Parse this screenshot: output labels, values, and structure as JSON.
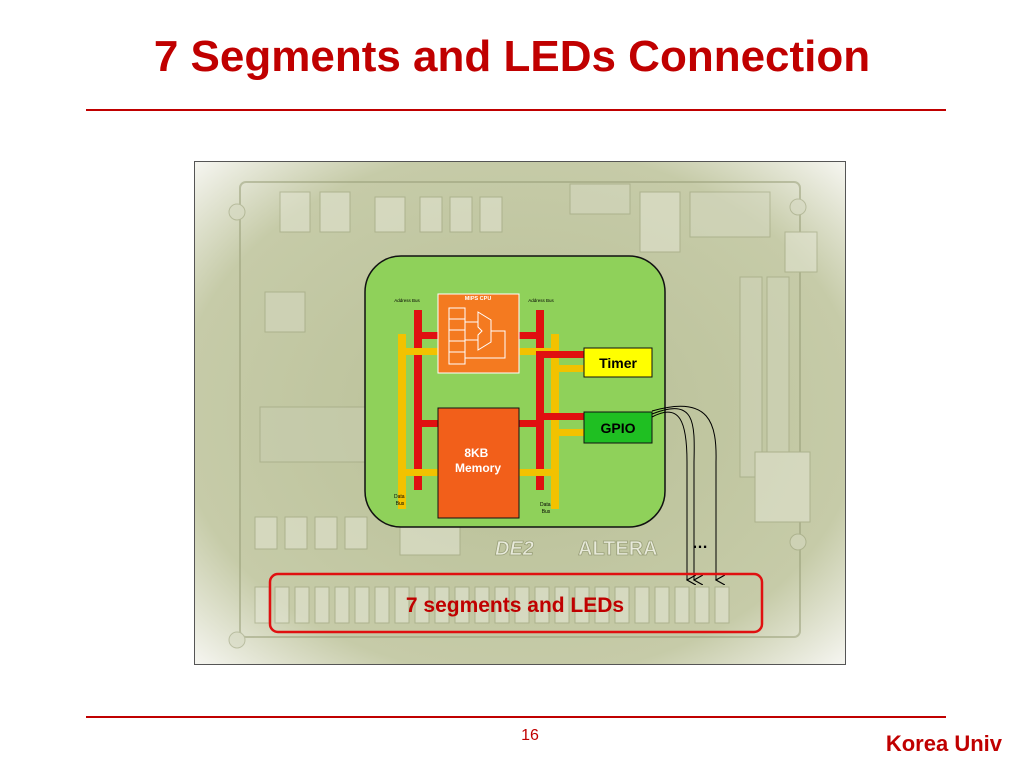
{
  "slide": {
    "title": "7 Segments and LEDs Connection",
    "page_number": "16",
    "footer_brand": "Korea Univ"
  },
  "diagram": {
    "cpu_label": "MIPS CPU",
    "address_bus_left": "Address Bus",
    "address_bus_right": "Address Bus",
    "data_bus_left": "Data\nBus",
    "data_bus_right": "Data\nBus",
    "memory_label": "8KB\nMemory",
    "timer_label": "Timer",
    "gpio_label": "GPIO",
    "board_logo_de2": "DE2",
    "board_logo_altera": "ALTERA",
    "ellipsis": "…",
    "output_label": "7 segments and LEDs",
    "colors": {
      "title_red": "#c00000",
      "board_green": "#8fd15a",
      "bus_red": "#e01010",
      "bus_yellow": "#f2c200",
      "cpu_orange": "#f47a20",
      "memory_orange": "#f25f1a",
      "timer_yellow": "#ffff00",
      "gpio_green": "#1fbf22"
    }
  }
}
